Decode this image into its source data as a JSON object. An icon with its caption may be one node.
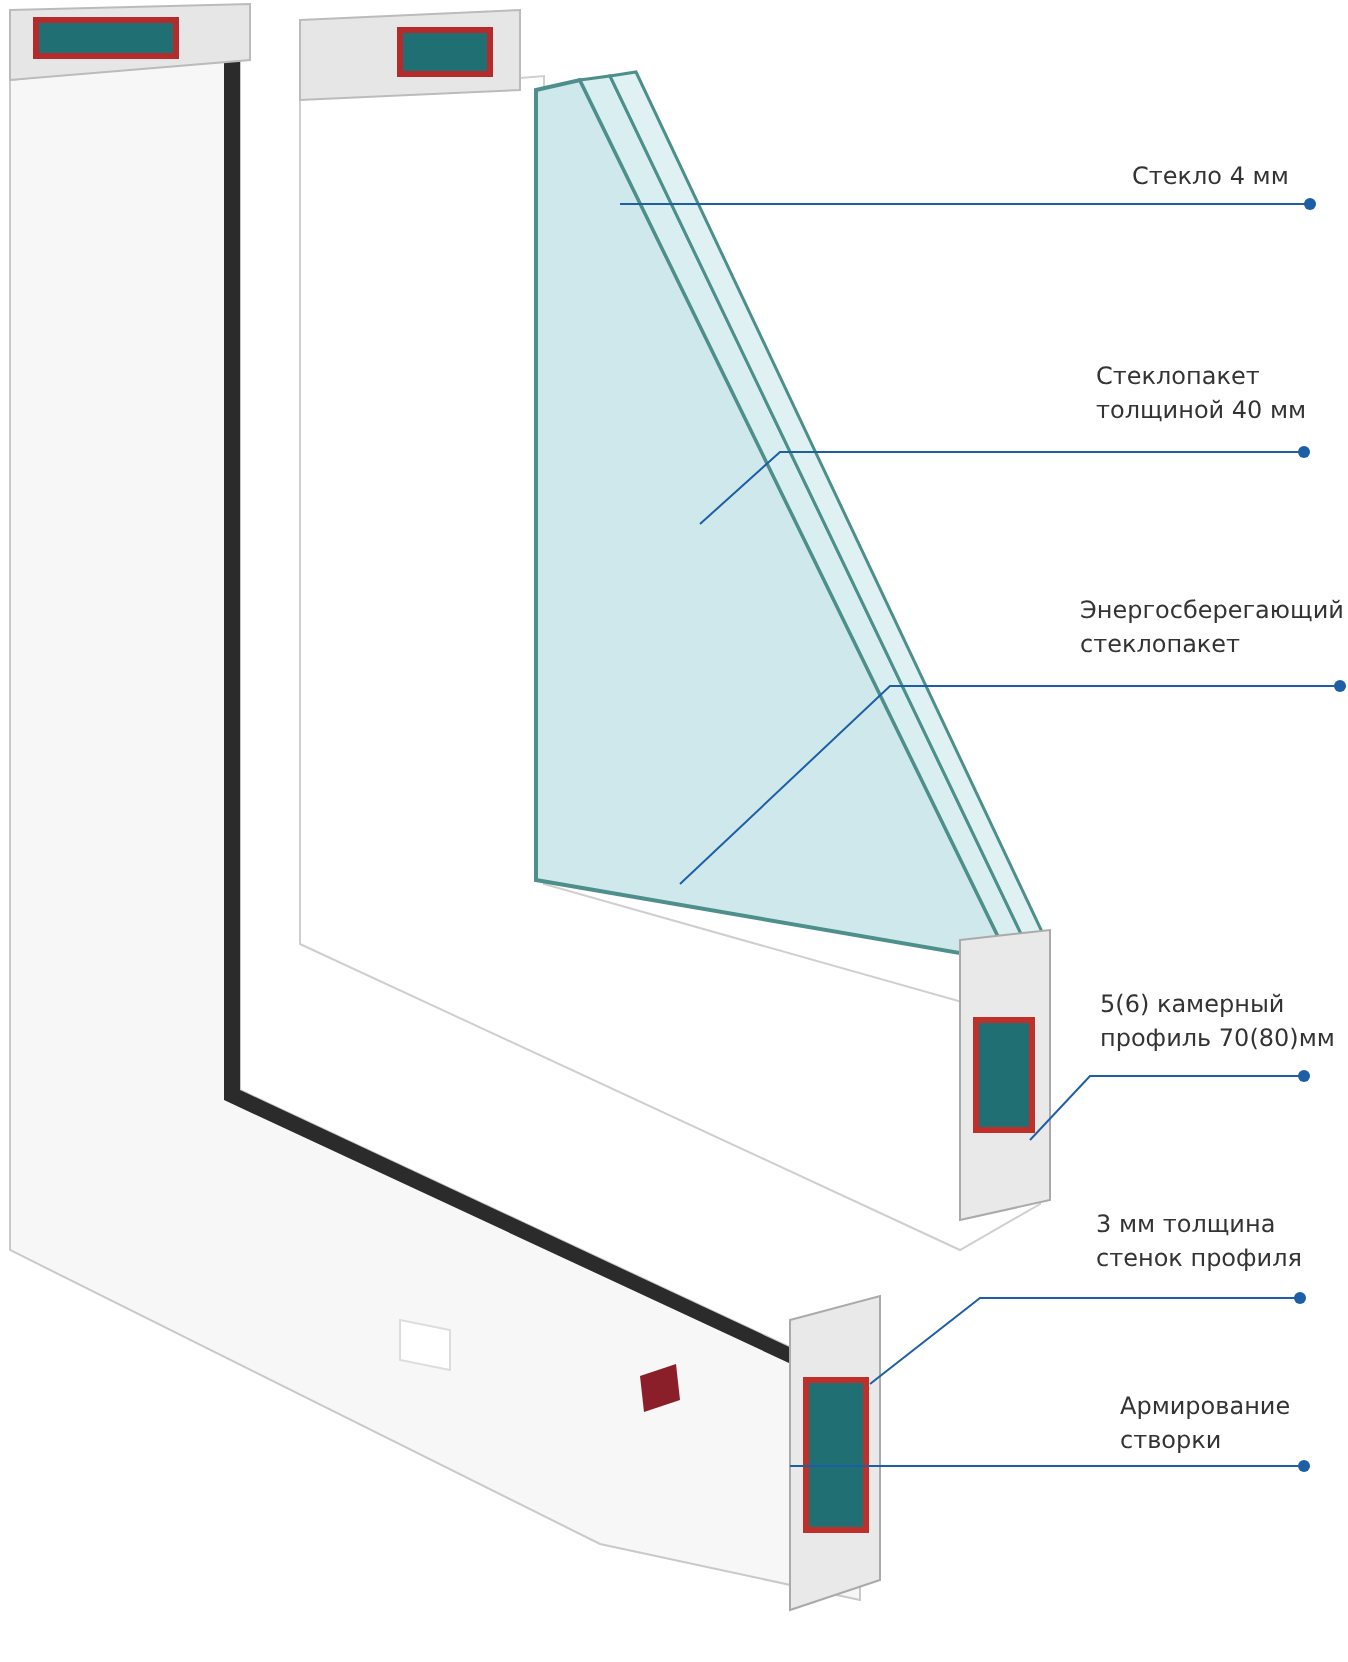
{
  "diagram": {
    "nodes": [
      {
        "text": [
          "Стекло 4 мм"
        ]
      },
      {
        "text": [
          "Стеклопакет толщиной 40 мм"
        ]
      },
      {
        "text": [
          "Энергосберегающий стеклопакет"
        ]
      },
      {
        "text": [
          "5(6) камерный профиль 70(80)мм"
        ]
      },
      {
        "text": [
          "3 мм толщина стенок профиля"
        ]
      },
      {
        "text": [
          "Армирование створки"
        ]
      }
    ],
    "edges": [
      {
        "from": 0,
        "to": null,
        "arrow": "other"
      },
      {
        "from": 1,
        "to": null,
        "arrow": "other"
      },
      {
        "from": 2,
        "to": null,
        "arrow": "other"
      },
      {
        "from": 3,
        "to": null,
        "arrow": "other"
      },
      {
        "from": 4,
        "to": null,
        "arrow": "other"
      },
      {
        "from": 5,
        "to": null,
        "arrow": "other"
      }
    ]
  }
}
